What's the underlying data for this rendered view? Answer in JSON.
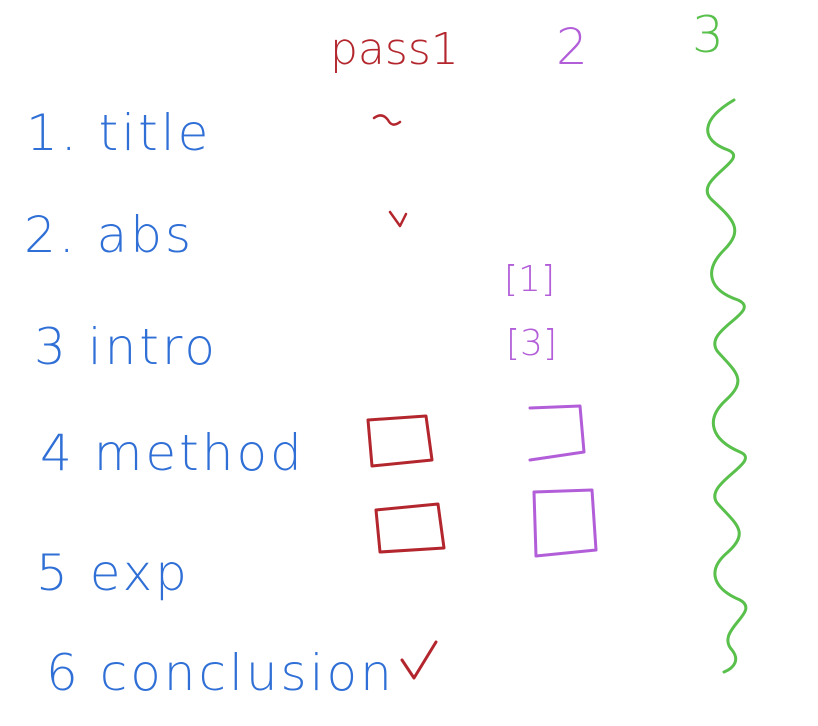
{
  "headers": {
    "pass1": "pass1",
    "pass2": "2",
    "pass3": "3"
  },
  "items": [
    {
      "label": "1. title"
    },
    {
      "label": "2. abs"
    },
    {
      "label": "3 intro"
    },
    {
      "label": "4 method"
    },
    {
      "label": "5 exp"
    },
    {
      "label": "6 conclusion"
    }
  ],
  "pass2_notes": [
    {
      "label": "[1]"
    },
    {
      "label": "[3]"
    }
  ],
  "colors": {
    "items": "#2f6fd6",
    "pass1": "#b3262d",
    "pass2": "#b35ed9",
    "pass3": "#58c04b"
  }
}
